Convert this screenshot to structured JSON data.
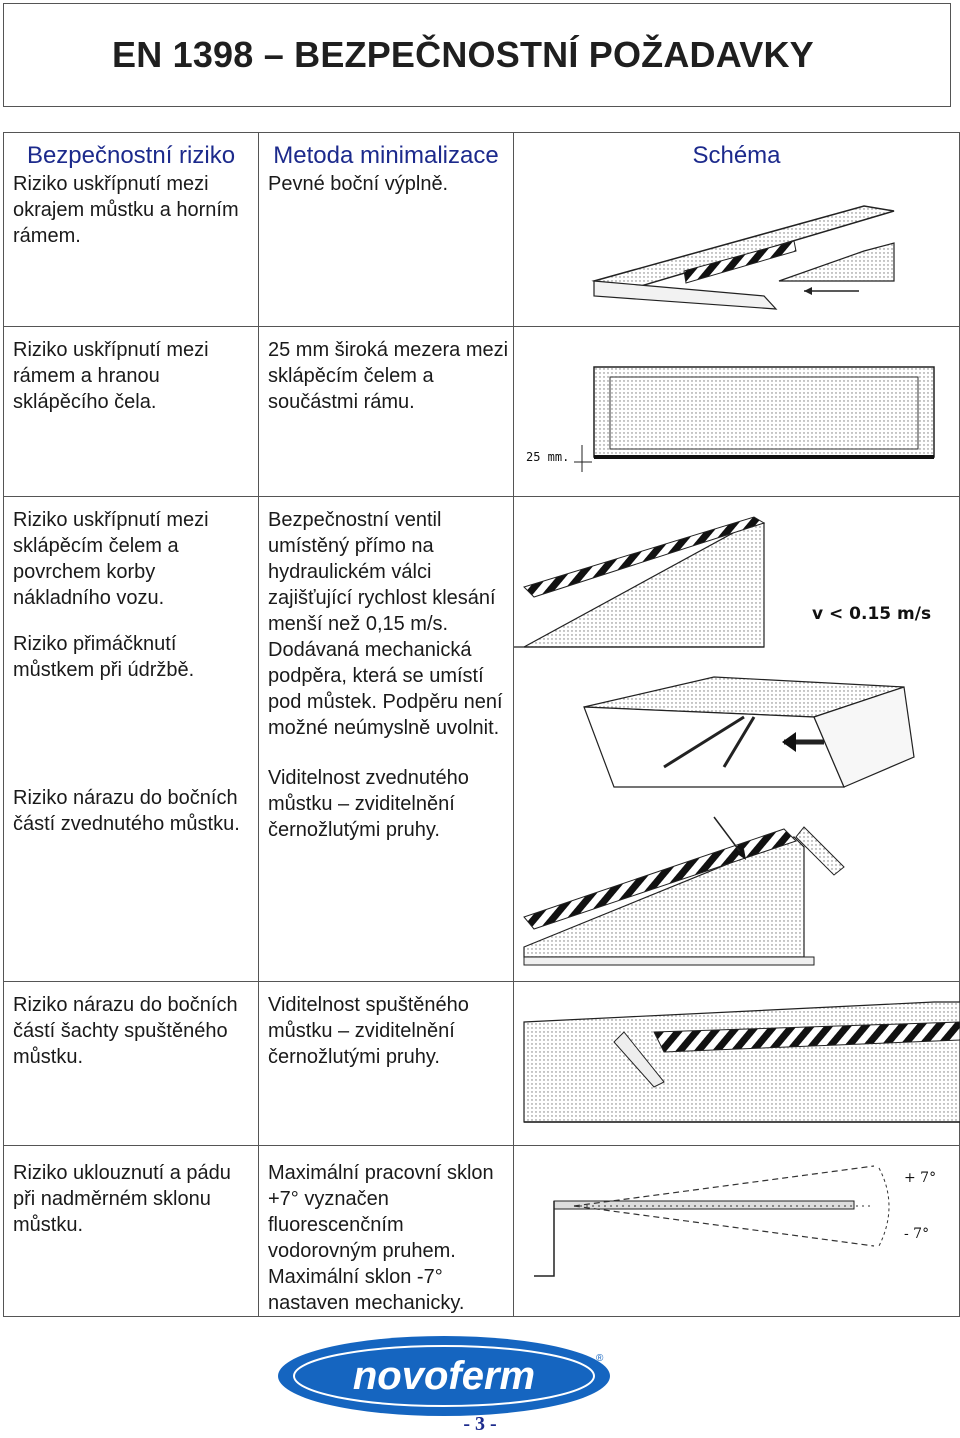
{
  "title": "EN 1398 – BEZPEČNOSTNÍ POŽADAVKY",
  "headers": [
    "Bezpečnostní riziko",
    "Metoda minimalizace",
    "Schéma"
  ],
  "rows": [
    {
      "risk": "Riziko uskřípnutí mezi okrajem můstku a horním rámem.",
      "method": "Pevné boční výplně."
    },
    {
      "risk": "Riziko uskřípnutí mezi rámem a hranou sklápěcího čela.",
      "method": "25 mm široká mezera mezi sklápěcím čelem a součástmi rámu."
    },
    {
      "risk": "Riziko uskřípnutí mezi sklápěcím čelem a povrchem korby nákladního vozu.",
      "method": "Bezpečnostní ventil umístěný přímo na hydraulickém válci zajišťující rychlost klesání menší než 0,15 m/s."
    },
    {
      "risk": "Riziko přimáčknutí můstkem při údržbě.",
      "method": "Dodávaná mechanická podpěra, která se umístí pod můstek. Podpěru není možné neúmyslně uvolnit."
    },
    {
      "risk": "Riziko nárazu do bočních částí zvednutého můstku.",
      "method": "Viditelnost zvednutého můstku – zviditelnění černožlutými pruhy."
    },
    {
      "risk": "Riziko nárazu do bočních částí šachty spuštěného můstku.",
      "method": "Viditelnost spuštěného můstku – zviditelnění černožlutými pruhy."
    },
    {
      "risk": "Riziko uklouznutí a pádu při nadměrném sklonu můstku.",
      "method": "Maximální pracovní sklon +7° vyznačen fluorescenčním vodorovným pruhem. Maximální sklon -7° nastaven mechanicky."
    }
  ],
  "figure_labels": {
    "gap": "25 mm.",
    "speed": "v < 0.15 m/s",
    "plus": "+ 7°",
    "minus": "- 7°"
  },
  "logo": {
    "text": "novoferm",
    "mark": "®"
  },
  "page_number": "- 3 -",
  "colors": {
    "heading_blue": "#1c2a8c",
    "logo_blue": "#1565c0",
    "border": "#555555"
  }
}
